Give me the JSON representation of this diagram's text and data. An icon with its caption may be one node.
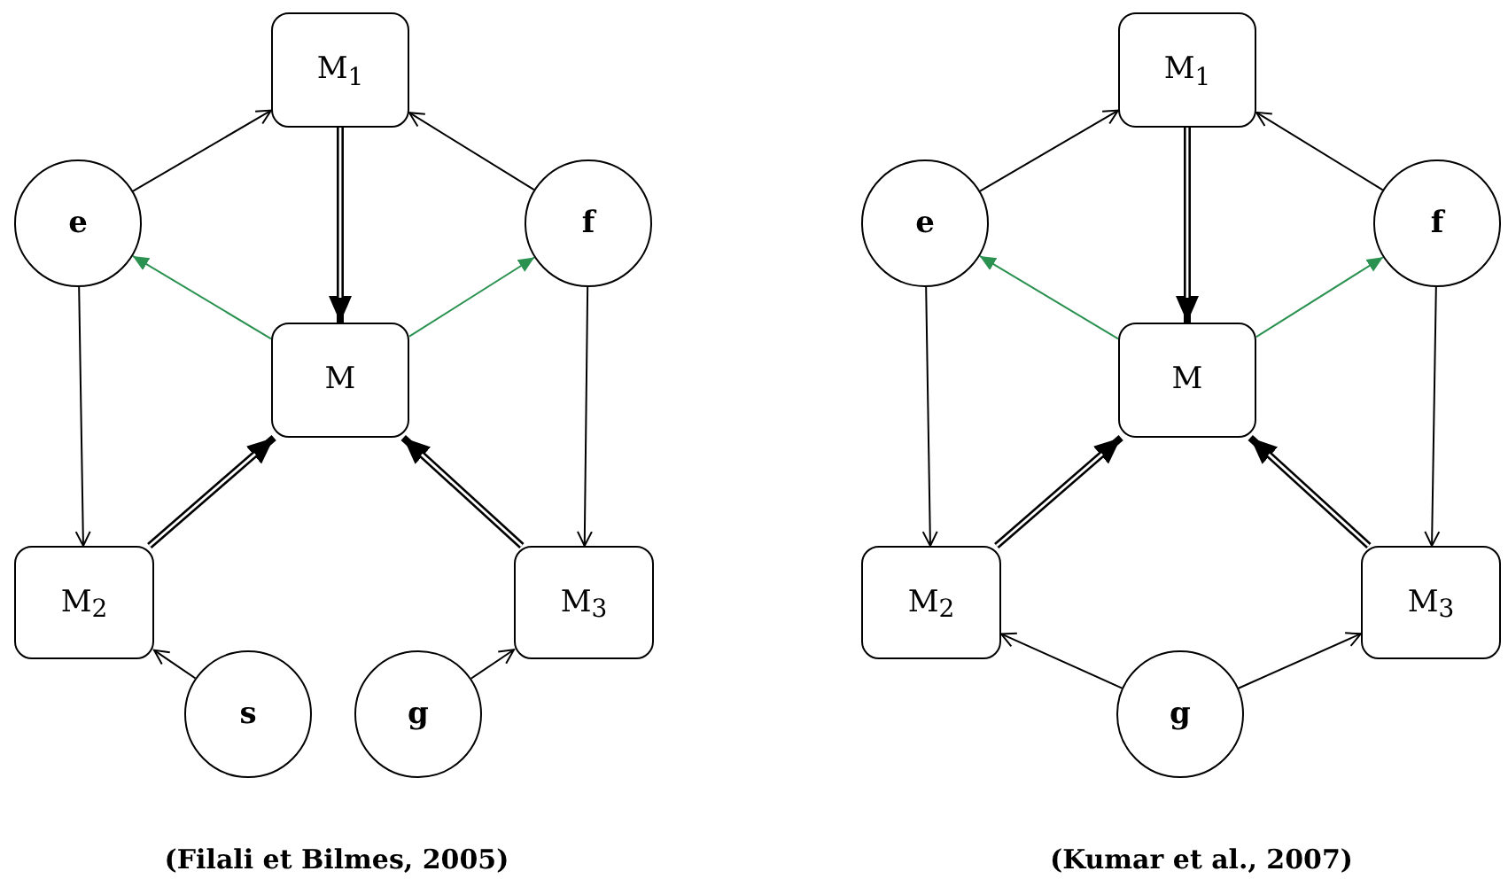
{
  "diagram": {
    "nodes": [
      {
        "text": [
          "M$_{1}$"
        ]
      },
      {
        "text": [
          "e"
        ]
      },
      {
        "text": [
          "f"
        ]
      },
      {
        "text": [
          "M"
        ]
      },
      {
        "text": [
          "M$_{2}$"
        ]
      },
      {
        "text": [
          "M$_{3}$"
        ]
      },
      {
        "text": [
          "s"
        ]
      },
      {
        "text": [
          "g"
        ]
      },
      {
        "text": [
          "M$_{1}$"
        ]
      },
      {
        "text": [
          "e"
        ]
      },
      {
        "text": [
          "f"
        ]
      },
      {
        "text": [
          "M"
        ]
      },
      {
        "text": [
          "M$_{2}$"
        ]
      },
      {
        "text": [
          "M$_{3}$"
        ]
      },
      {
        "text": [
          "g"
        ]
      }
    ],
    "edges": [
      {
        "from": 1,
        "to": 0,
        "arrow": "to"
      },
      {
        "from": 2,
        "to": 0,
        "arrow": "to"
      },
      {
        "from": 0,
        "to": 3,
        "arrow": "to",
        "style": "thick"
      },
      {
        "from": 3,
        "to": 1,
        "arrow": "to",
        "color": "#2a9150"
      },
      {
        "from": 3,
        "to": 2,
        "arrow": "to",
        "color": "#2a9150"
      },
      {
        "from": 1,
        "to": 4,
        "arrow": "to"
      },
      {
        "from": 2,
        "to": 5,
        "arrow": "to"
      },
      {
        "from": 4,
        "to": 3,
        "arrow": "to",
        "style": "thick"
      },
      {
        "from": 5,
        "to": 3,
        "arrow": "to",
        "style": "thick"
      },
      {
        "from": 6,
        "to": 4,
        "arrow": "to"
      },
      {
        "from": 7,
        "to": 5,
        "arrow": "to"
      },
      {
        "from": 9,
        "to": 8,
        "arrow": "to"
      },
      {
        "from": 10,
        "to": 8,
        "arrow": "to"
      },
      {
        "from": 8,
        "to": 11,
        "arrow": "to",
        "style": "thick"
      },
      {
        "from": 11,
        "to": 9,
        "arrow": "to",
        "color": "#2a9150"
      },
      {
        "from": 11,
        "to": 10,
        "arrow": "to",
        "color": "#2a9150"
      },
      {
        "from": 9,
        "to": 12,
        "arrow": "to"
      },
      {
        "from": 10,
        "to": 13,
        "arrow": "to"
      },
      {
        "from": 12,
        "to": 11,
        "arrow": "to",
        "style": "thick"
      },
      {
        "from": 13,
        "to": 11,
        "arrow": "to",
        "style": "thick"
      },
      {
        "from": 14,
        "to": 12,
        "arrow": "to"
      },
      {
        "from": 14,
        "to": 13,
        "arrow": "to"
      }
    ],
    "labels": [
      "(Filali et Bilmes, 2005)",
      "(Kumar et al., 2007)"
    ]
  }
}
